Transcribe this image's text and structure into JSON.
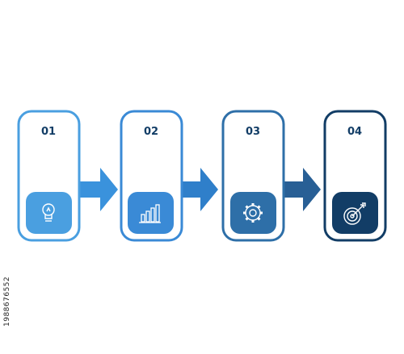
{
  "steps": [
    {
      "number": "01",
      "icon": "lightbulb-icon",
      "color": "#4a9fe0",
      "iconColor": "#2a7ac7",
      "box": "#4a9fe0"
    },
    {
      "number": "02",
      "icon": "bar-chart-icon",
      "color": "#3a8ad6",
      "iconColor": "#2a7ac7",
      "box": "#3a8ad6"
    },
    {
      "number": "03",
      "icon": "gear-icon",
      "color": "#2e6fa8",
      "iconColor": "#1f5a8c",
      "box": "#2e6fa8"
    },
    {
      "number": "04",
      "icon": "target-icon",
      "color": "#123d66",
      "iconColor": "#123d66",
      "box": "#123d66"
    }
  ],
  "arrow_colors": [
    "#3a92dc",
    "#2f7fca",
    "#285f95"
  ],
  "number_color": "#123d66",
  "watermark": "1988676552"
}
